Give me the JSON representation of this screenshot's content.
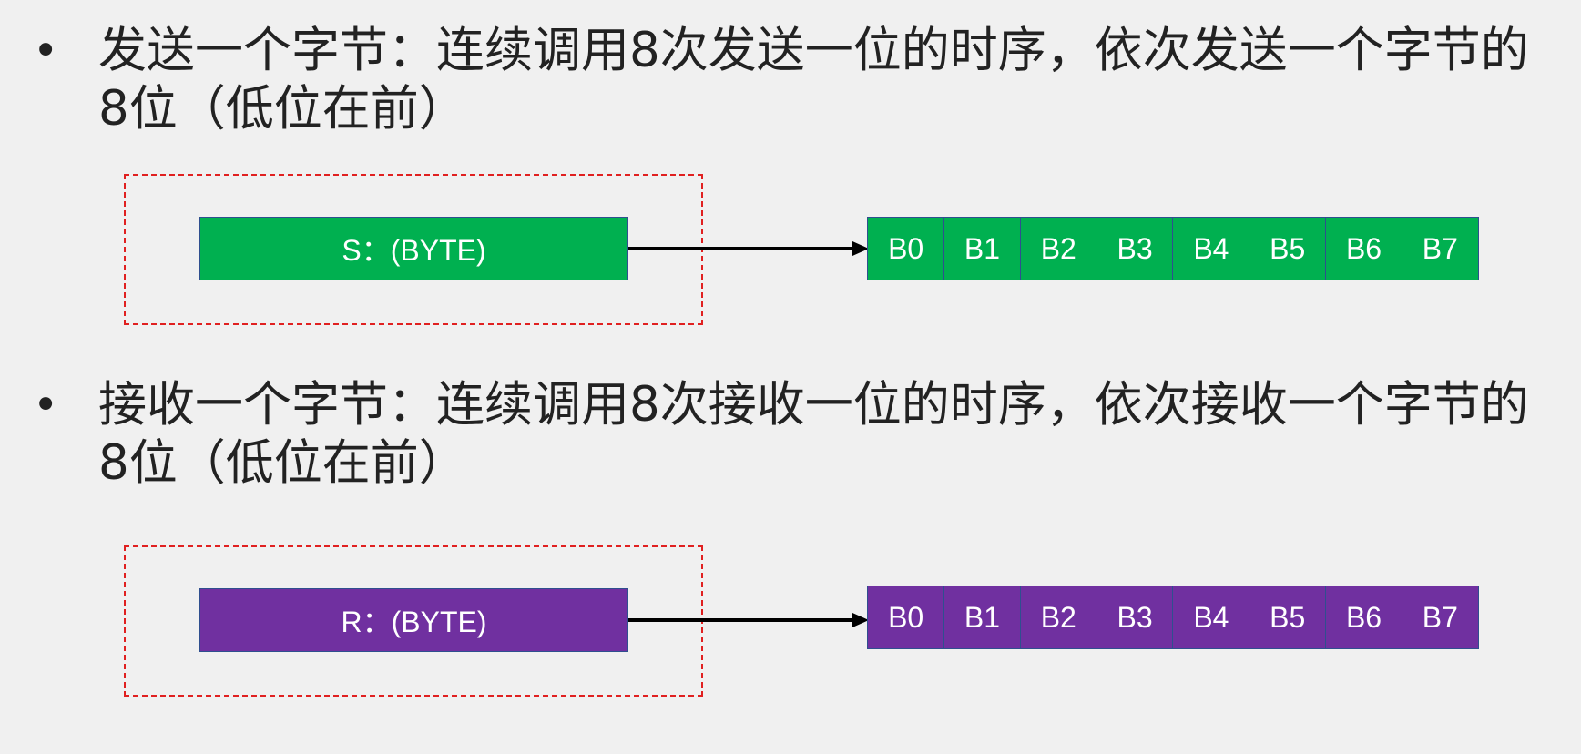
{
  "bullets": [
    {
      "marker": "•",
      "text": "发送一个字节：连续调用8次发送一位的时序，依次发送一个字节的8位（低位在前）"
    },
    {
      "marker": "•",
      "text": "接收一个字节：连续调用8次接收一位的时序，依次接收一个字节的8位（低位在前）"
    }
  ],
  "diagrams": [
    {
      "source_label": "S：(BYTE)",
      "color": "#00b050",
      "bits": [
        "B0",
        "B1",
        "B2",
        "B3",
        "B4",
        "B5",
        "B6",
        "B7"
      ]
    },
    {
      "source_label": "R：(BYTE)",
      "color": "#7030a0",
      "bits": [
        "B0",
        "B1",
        "B2",
        "B3",
        "B4",
        "B5",
        "B6",
        "B7"
      ]
    }
  ],
  "colors": {
    "dashed_border": "#e02020",
    "arrow": "#000000",
    "cell_border": "#2f4f8f"
  }
}
